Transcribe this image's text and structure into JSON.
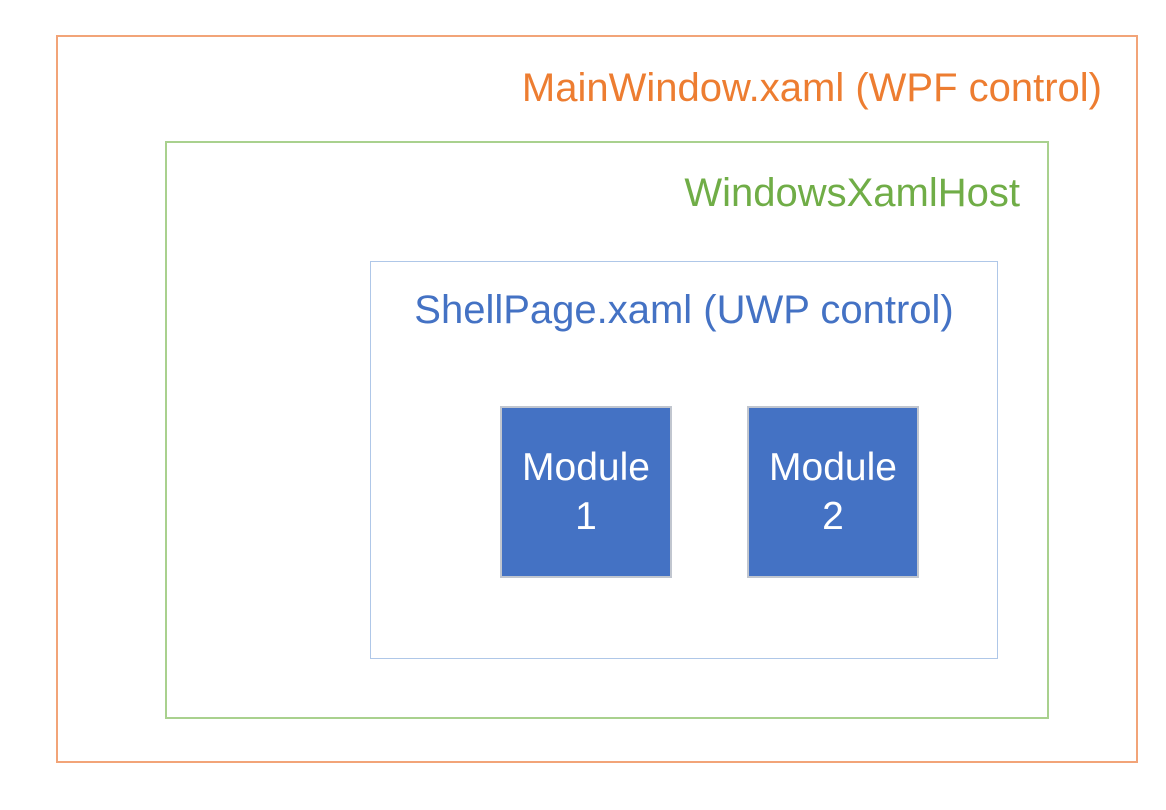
{
  "diagram": {
    "outer_box": {
      "label": "MainWindow.xaml (WPF control)",
      "text_color": "#ED7D31",
      "border_color": "#F2A478"
    },
    "xaml_host_box": {
      "label": "WindowsXamlHost",
      "text_color": "#70AD47",
      "border_color": "#A9D18E"
    },
    "shell_page_box": {
      "label": "ShellPage.xaml (UWP control)",
      "text_color": "#4472C4",
      "border_color": "#AFC7E8"
    },
    "modules": [
      {
        "label": "Module\n1",
        "fill_color": "#4472C4",
        "border_color": "#C1C6CF",
        "text_color": "#FFFFFF"
      },
      {
        "label": "Module\n2",
        "fill_color": "#4472C4",
        "border_color": "#C1C6CF",
        "text_color": "#FFFFFF"
      }
    ]
  }
}
